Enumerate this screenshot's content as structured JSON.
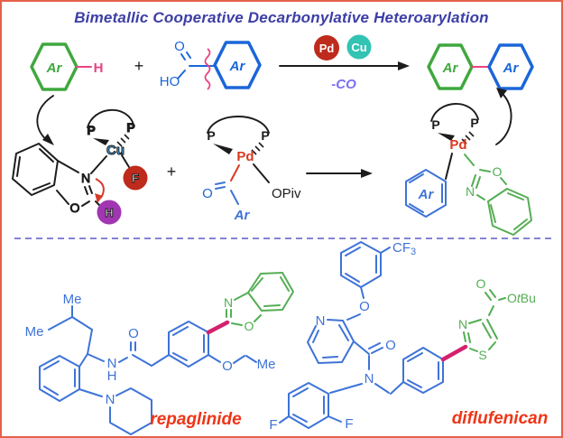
{
  "title": "Bimetallic Cooperative Decarbonylative Heteroarylation",
  "colors": {
    "frame": "#E5604A",
    "title_blue": "#3C3EA6",
    "scheme_green": "#3FA83D",
    "scheme_blue": "#1B66D9",
    "bottom_blue": "#3E73D8",
    "bottom_green": "#54AE54",
    "pink": "#EA4382",
    "magenta_bond": "#D4216E",
    "pd_badge_red": "#BE2A1B",
    "cu_badge_teal": "#32C3B3",
    "cu_text": "#41A7E9",
    "pd_text": "#D93A20",
    "h_badge_purple": "#A136B2",
    "co_purple": "#7C6FF0",
    "name_red": "#EE3517",
    "divider_blue": "#5A5AC8"
  },
  "reaction": {
    "aryl_h": {
      "ar": "Ar",
      "h": "H"
    },
    "plus": "+",
    "acid": {
      "o": "O",
      "ho": "HO",
      "ar": "Ar"
    },
    "catalysts": {
      "pd": "Pd",
      "cu": "Cu"
    },
    "byproduct": "-CO",
    "product": {
      "ar_left": "Ar",
      "ar_right": "Ar"
    }
  },
  "mechanism": {
    "cu_complex": {
      "p_left": "P",
      "p_right": "P",
      "cu": "Cu",
      "n": "N",
      "o": "O",
      "f": "F",
      "h": "H"
    },
    "plus": "+",
    "pd_acyl_complex": {
      "p_left": "P",
      "p_right": "P",
      "pd": "Pd",
      "o": "O",
      "ar": "Ar",
      "opiv": "OPiv"
    },
    "pd_aryl_complex": {
      "p_left": "P",
      "p_right": "P",
      "pd": "Pd",
      "ar": "Ar",
      "n": "N",
      "o": "O"
    }
  },
  "examples": {
    "repaglinide": {
      "me_top": "Me",
      "me_left": "Me",
      "carbonyl_o": "O",
      "amide_n": "N",
      "amide_h": "H",
      "piperidine_n": "N",
      "benzoxazole_n": "N",
      "benzoxazole_o": "O",
      "ether_o": "O",
      "me_ethyl": "Me",
      "name": "repaglinide"
    },
    "diflufenican": {
      "cf": "CF",
      "cf_sub": "3",
      "ether_o": "O",
      "pyridine_n": "N",
      "carbonyl_o": "O",
      "amide_n": "N",
      "f_para": "F",
      "f_ortho": "F",
      "thiazole_n": "N",
      "thiazole_s": "S",
      "ester_o_dbl": "O",
      "ester_o": "O",
      "ester_t": "t",
      "ester_bu": "Bu",
      "name": "diflufenican"
    }
  }
}
